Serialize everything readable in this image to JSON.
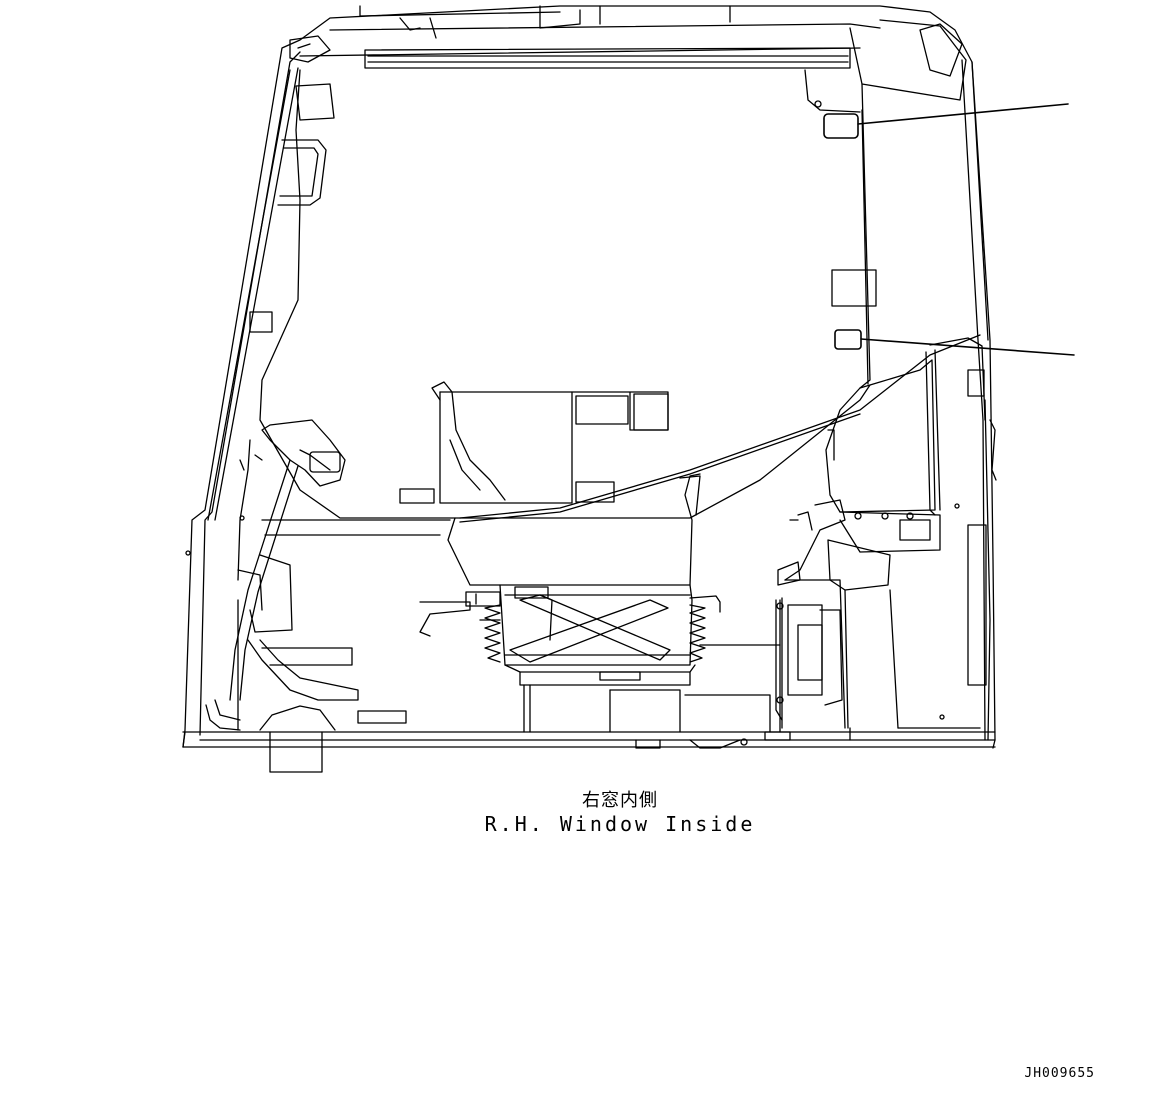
{
  "caption": {
    "japanese": "右窓内側",
    "english": "R.H.  Window Inside"
  },
  "drawing_number": "JH009655",
  "line_color": "#000000",
  "background_color": "#ffffff"
}
